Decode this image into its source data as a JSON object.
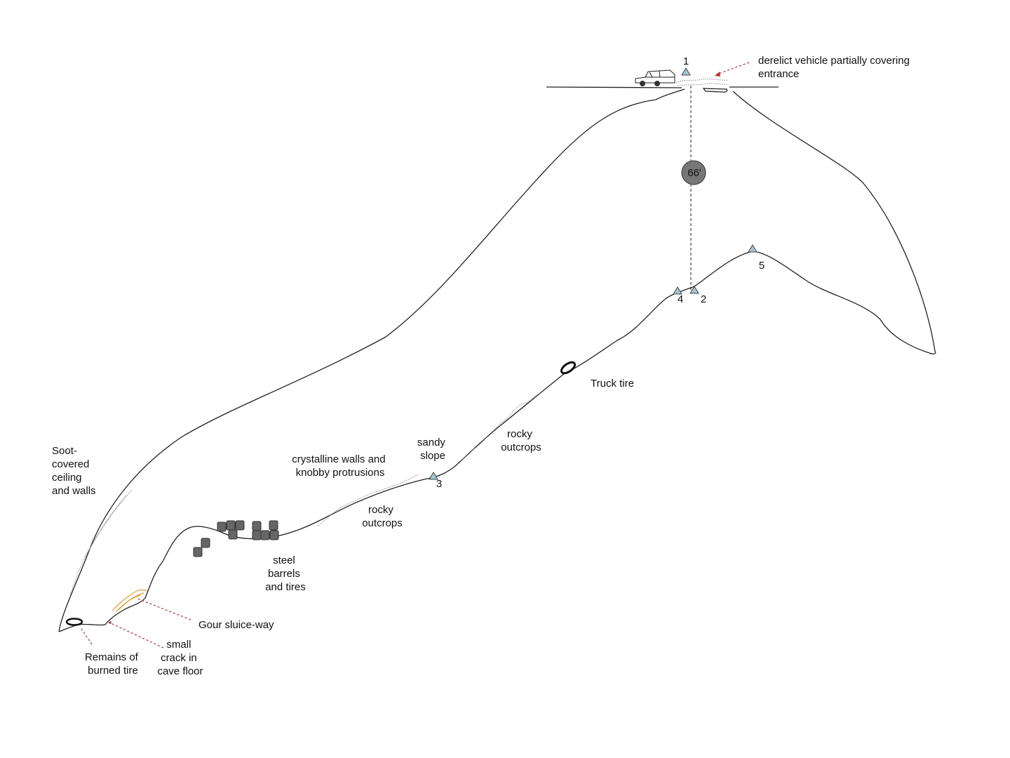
{
  "depth_marker": {
    "label": "66'"
  },
  "stations": [
    {
      "id": "station-1",
      "label": "1"
    },
    {
      "id": "station-2",
      "label": "2"
    },
    {
      "id": "station-3",
      "label": "3"
    },
    {
      "id": "station-4",
      "label": "4"
    },
    {
      "id": "station-5",
      "label": "5"
    }
  ],
  "annotations": {
    "vehicle": [
      "derelict vehicle partially covering",
      "entrance"
    ],
    "truck_tire": [
      "Truck tire"
    ],
    "rocky_outcrops_upper": [
      "rocky",
      "outcrops"
    ],
    "sandy_slope": [
      "sandy",
      "slope"
    ],
    "crystalline": [
      "crystalline walls and",
      "knobby protrusions"
    ],
    "rocky_outcrops_lower": [
      "rocky",
      "outcrops"
    ],
    "soot": [
      "Soot-",
      "covered",
      "ceiling",
      "and walls"
    ],
    "barrels": [
      "steel",
      "barrels",
      "and tires"
    ],
    "gour": [
      "Gour sluice-way"
    ],
    "burned_tire": [
      "Remains of",
      "burned tire"
    ],
    "crack": [
      "small",
      "crack in",
      "cave floor"
    ]
  },
  "colors": {
    "station_fill": "#9ec8cf",
    "leader_line": "#b03030",
    "sluice": "#e0a030",
    "barrel": "#666666",
    "depth_marker": "#777777"
  }
}
